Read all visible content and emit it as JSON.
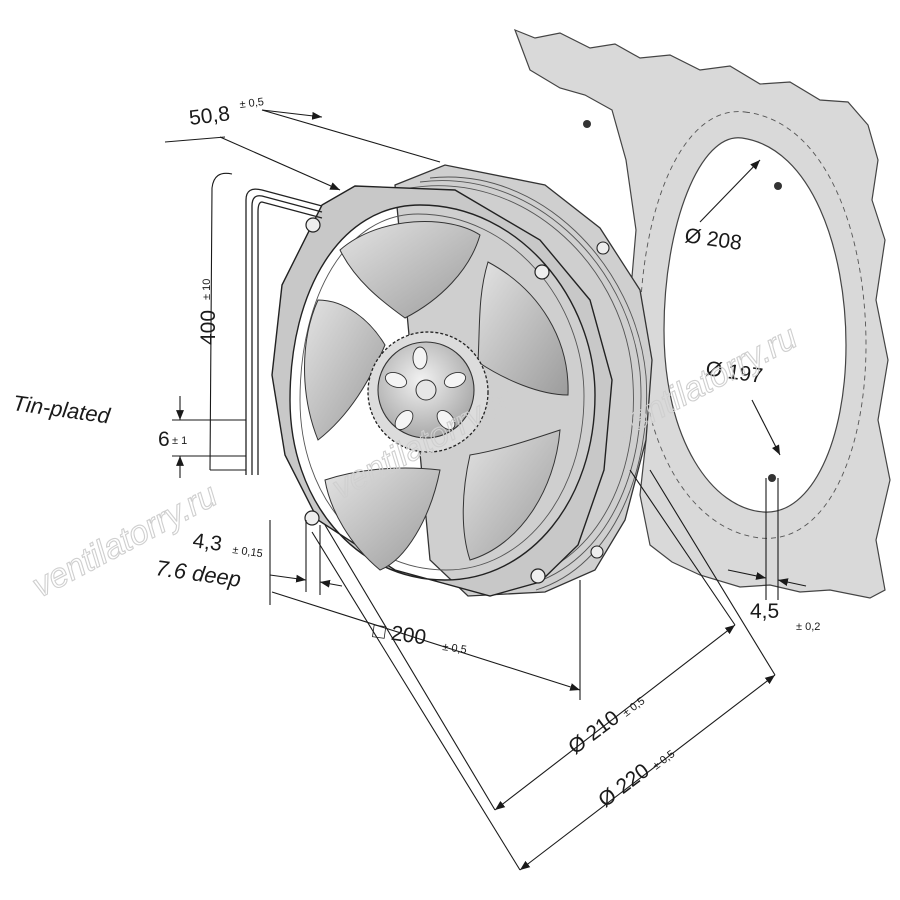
{
  "labels": {
    "depth": "50,8",
    "depth_tol": "± 0,5",
    "cable_length": "400",
    "cable_length_tol": "± 10",
    "strip_length": "6",
    "strip_length_tol": "± 1",
    "tin_plated": "Tin-plated",
    "flange_thickness": "4,3",
    "flange_thickness_tol": "± 0,15",
    "flange_deep": "7.6 deep",
    "square_size": "□ 200",
    "square_size_tol": "± 0,5",
    "dia_210": "Ø 210",
    "dia_210_tol": "± 0,5",
    "dia_220": "Ø 220",
    "dia_220_tol": "± 0,5",
    "dia_208": "Ø 208",
    "dia_197": "Ø 197",
    "hole_dia": "4,5",
    "hole_dia_tol": "± 0,2"
  },
  "watermark": {
    "text": "ventilatorry.ru",
    "color": "#cfcfcf"
  },
  "colors": {
    "panel": "#d9d9d9",
    "fan_body": "#c8c8c8",
    "blade": "#bdbdbd",
    "line": "#1a1a1a"
  }
}
